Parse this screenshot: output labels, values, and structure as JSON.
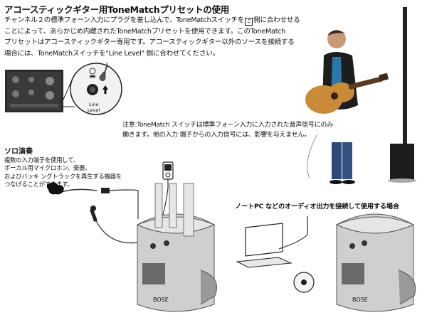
{
  "title": "アコースティックギター用ToneMatchプリセットの使用",
  "intro_lines": [
    "チャンネル２の標準フォーン入力にプラグを差し込んで、ToneMatchスイッチを",
    "ことによって、あらかじめ内蔵されたToneMatchプリセットを使用できます。このToneMatch",
    "プリセットはアコースティックギター専用です。アコースティックギター以外のソースを接続する",
    "場合には、ToneMatchスイッチを\"Line Level\" 側に合わせてください。"
  ],
  "intro_line1_suffix": "側に合わせせる",
  "switch_label_line1": "Line",
  "switch_label_line2": "Level",
  "note_lines": [
    "注意:ToneMatch スイッチは標準フォーン入力に入力された音声信号にのみ",
    "働きます。他の入力 端子からの入力信号には、影響を与えません。"
  ],
  "solo_title": "ソロ演奏",
  "solo_desc_lines": [
    "複数の入力端子を使用して、",
    "ボーカル用マイクロホン、楽器、",
    "およびバッキ ングトラックを再生する機器を",
    "つなげることができます。"
  ],
  "laptop_title": "ノートPC などのオーディオ出力を接続して使用する場合",
  "colors": {
    "text": "#111111",
    "device": "#6a6a6a",
    "device_dark": "#2e2e2e",
    "line": "#444444"
  }
}
